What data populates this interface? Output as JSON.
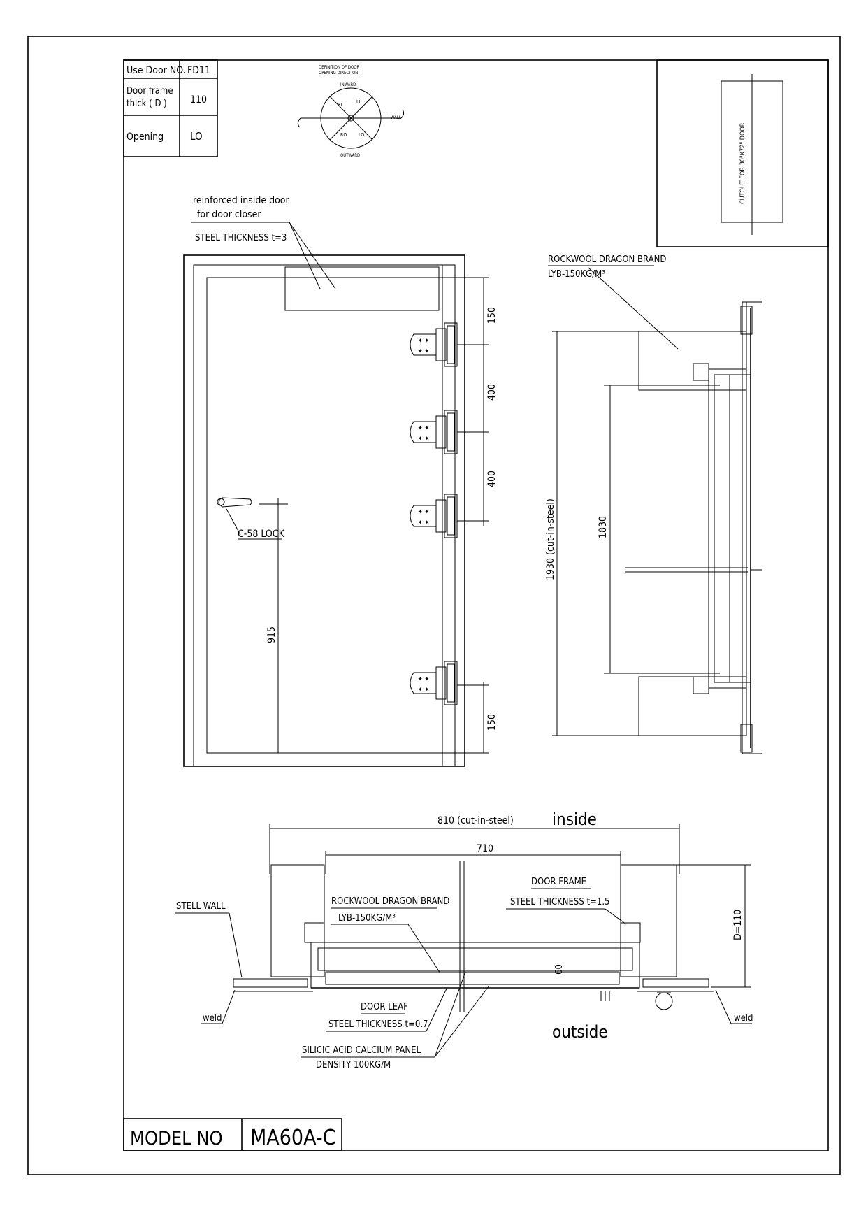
{
  "spec_table": {
    "rows": [
      {
        "label": "Use Door NO.",
        "value": "FD11"
      },
      {
        "label": "Door frame\nthick ( D )",
        "value": "110"
      },
      {
        "label": "Opening",
        "value": "LO"
      }
    ]
  },
  "opening_diagram": {
    "title_line1": "DEFINITION OF DOOR",
    "title_line2": "OPENING DIRECTION:",
    "top_label": "INWARD",
    "bottom_label": "OUTWARD",
    "wall_label": "WALL",
    "quadrants": [
      "RI",
      "LI",
      "RO",
      "LO"
    ]
  },
  "cutout_box": {
    "label": "CUTOUT FOR 30\"X72\" DOOR"
  },
  "front_view": {
    "reinforce_note_1": "reinforced inside door",
    "reinforce_note_2": "for door closer",
    "steel_note": "STEEL THICKNESS t=3",
    "lock_label": "C-58 LOCK",
    "dim_lock_height": "915",
    "dim_hinge_top": "150",
    "dim_hinge_gap1": "400",
    "dim_hinge_gap2": "400",
    "dim_hinge_bottom": "150"
  },
  "side_section": {
    "rockwool_label_1": "ROCKWOOL DRAGON BRAND",
    "rockwool_label_2": "LYB-150KG/M³",
    "dim_overall": "1930 (cut-in-steel)",
    "dim_opening": "1830"
  },
  "plan_section": {
    "dim_overall": "810 (cut-in-steel)",
    "inside_label": "inside",
    "outside_label": "outside",
    "dim_opening": "710",
    "dim_depth": "D=110",
    "dim_leaf": "60",
    "frame_label": "DOOR FRAME",
    "frame_steel": "STEEL THICKNESS t=1.5",
    "rockwool_label_1": "ROCKWOOL DRAGON BRAND",
    "rockwool_label_2": "LYB-150KG/M³",
    "wall_label": "STELL WALL",
    "weld_left": "weld",
    "weld_right": "weld",
    "leaf_label": "DOOR LEAF",
    "leaf_steel": "STEEL THICKNESS t=0.7",
    "panel_label_1": "SILICIC ACID CALCIUM PANEL",
    "panel_label_2": "DENSITY 100KG/M"
  },
  "model_box": {
    "label": "MODEL NO",
    "value": "MA60A-C"
  }
}
